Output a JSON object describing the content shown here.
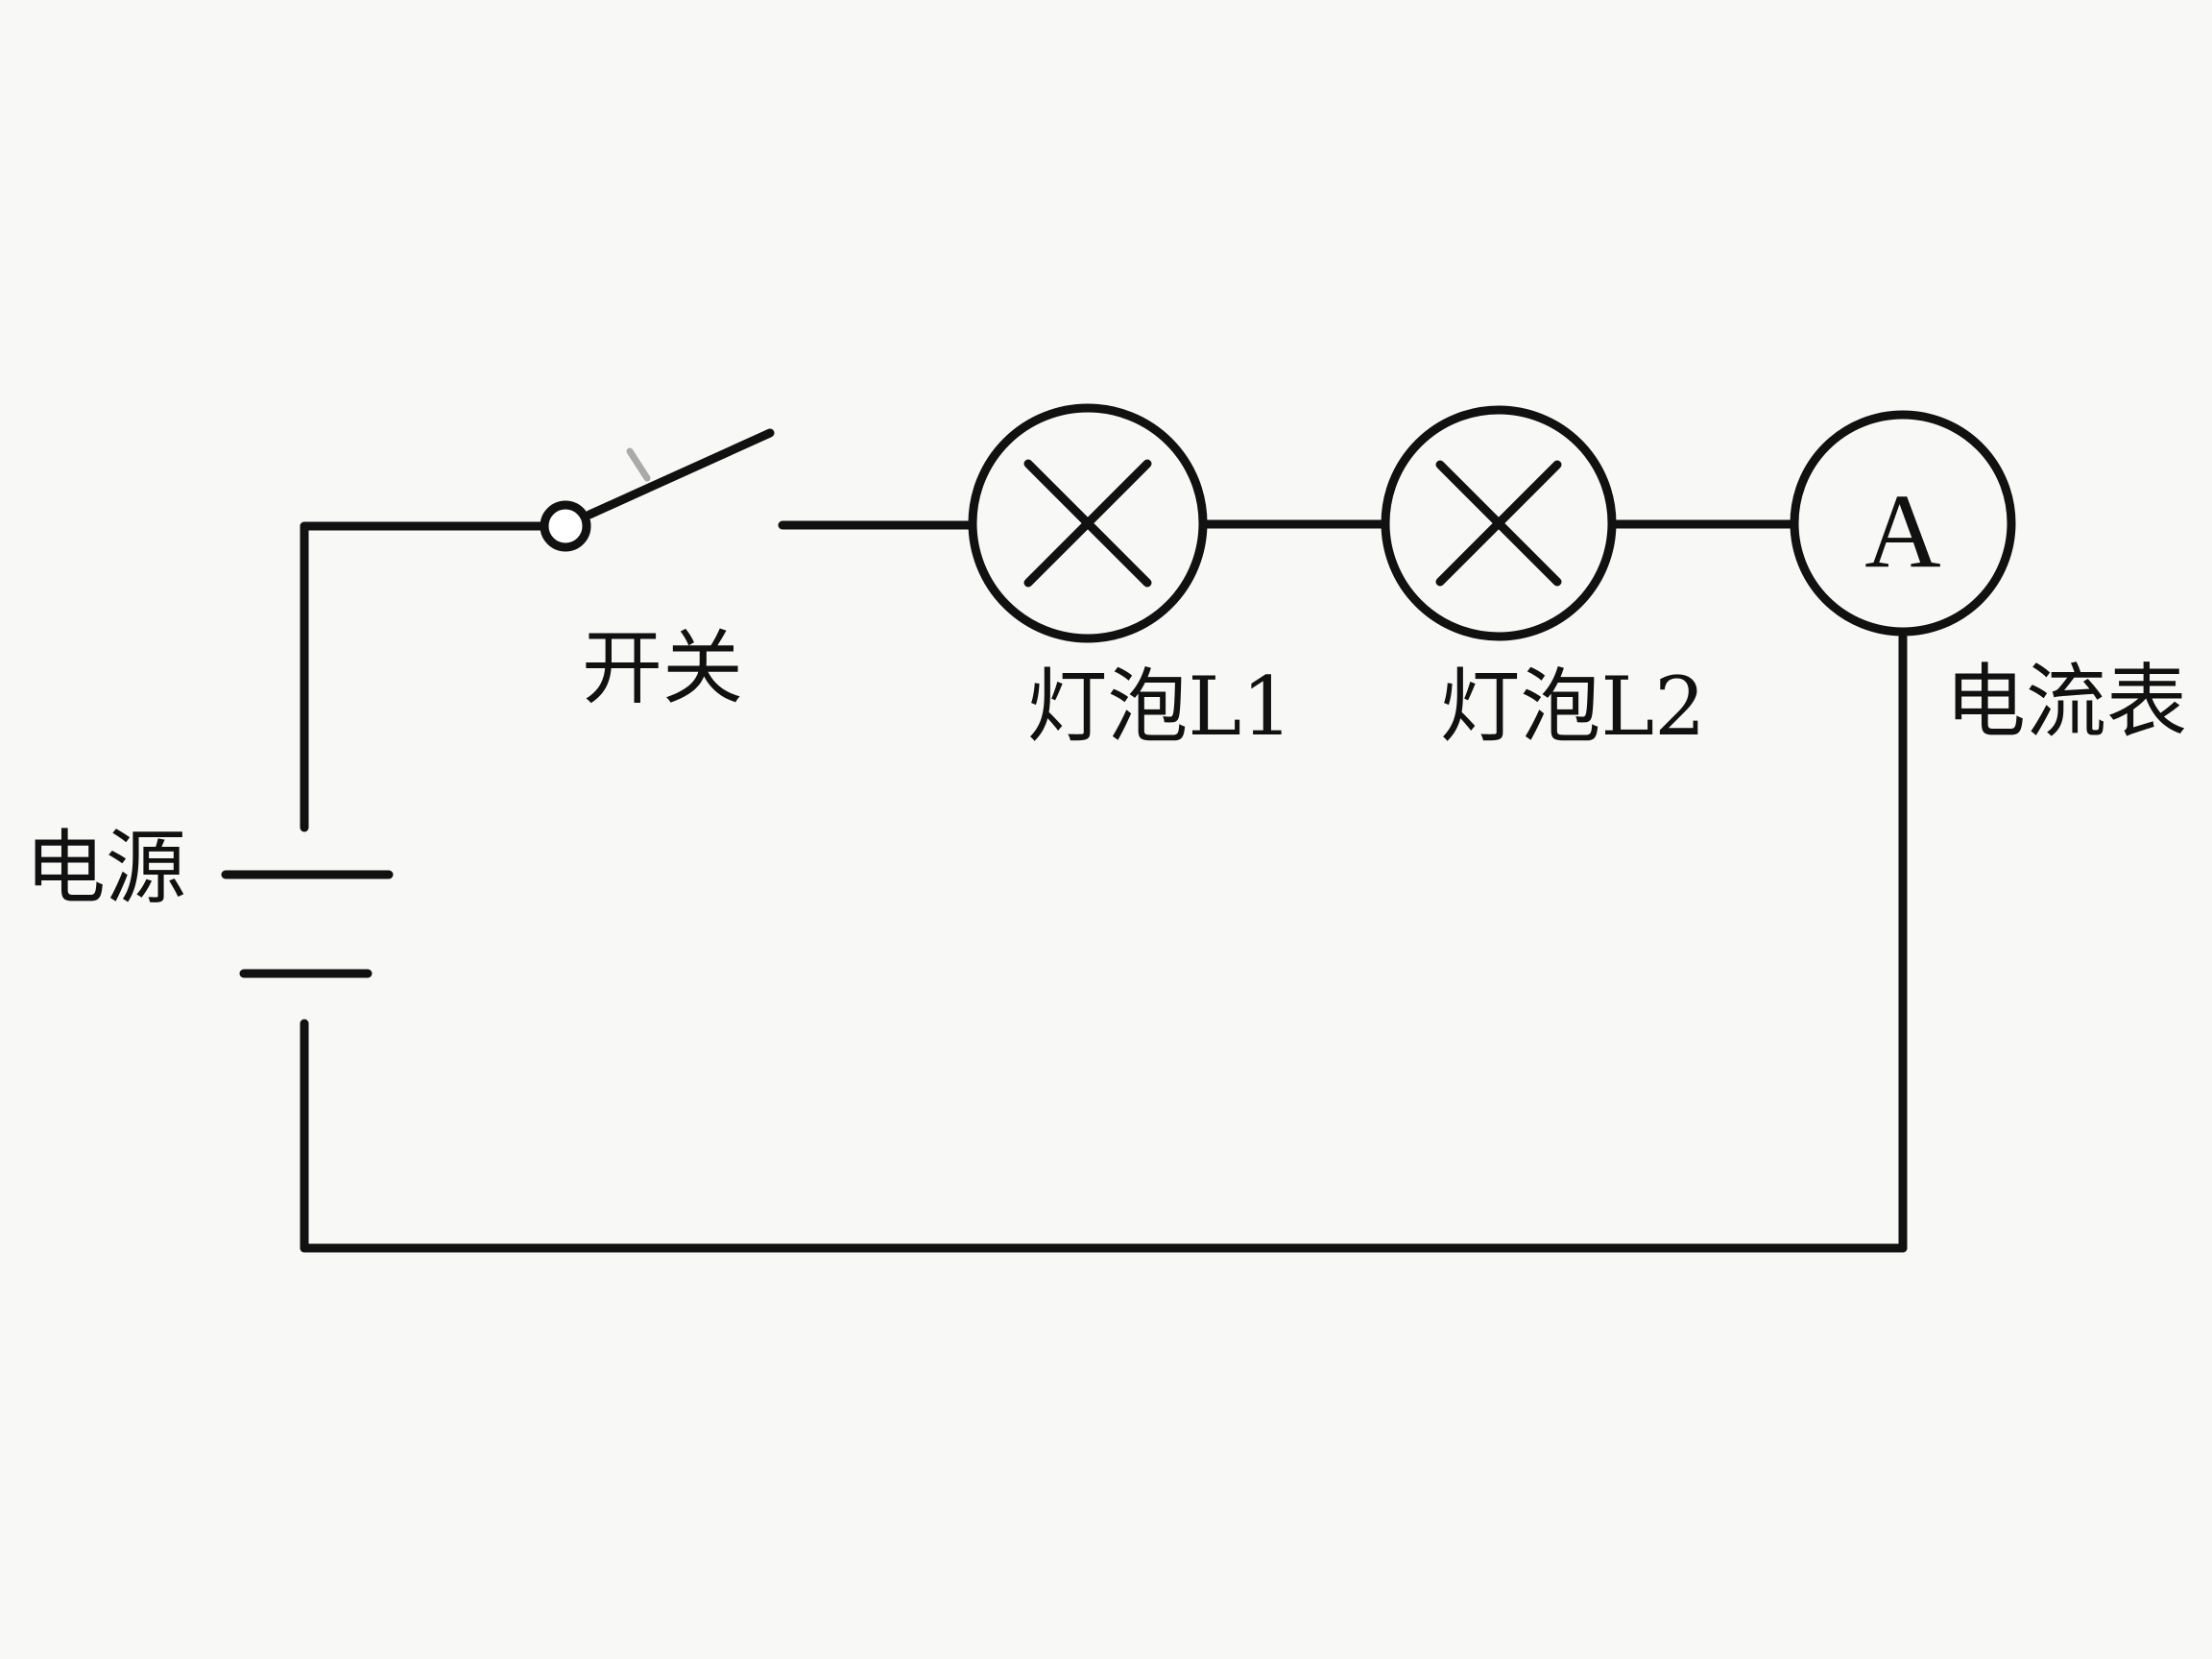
{
  "diagram": {
    "type": "series circuit",
    "components": {
      "power_source": {
        "label": "电源"
      },
      "switch": {
        "label": "开关",
        "state": "open"
      },
      "lamp1": {
        "label": "灯泡L1"
      },
      "lamp2": {
        "label": "灯泡L2"
      },
      "ammeter": {
        "label": "电流表",
        "symbol": "A"
      }
    },
    "colors": {
      "line": "#111111",
      "background": "#f8f8f6"
    }
  }
}
